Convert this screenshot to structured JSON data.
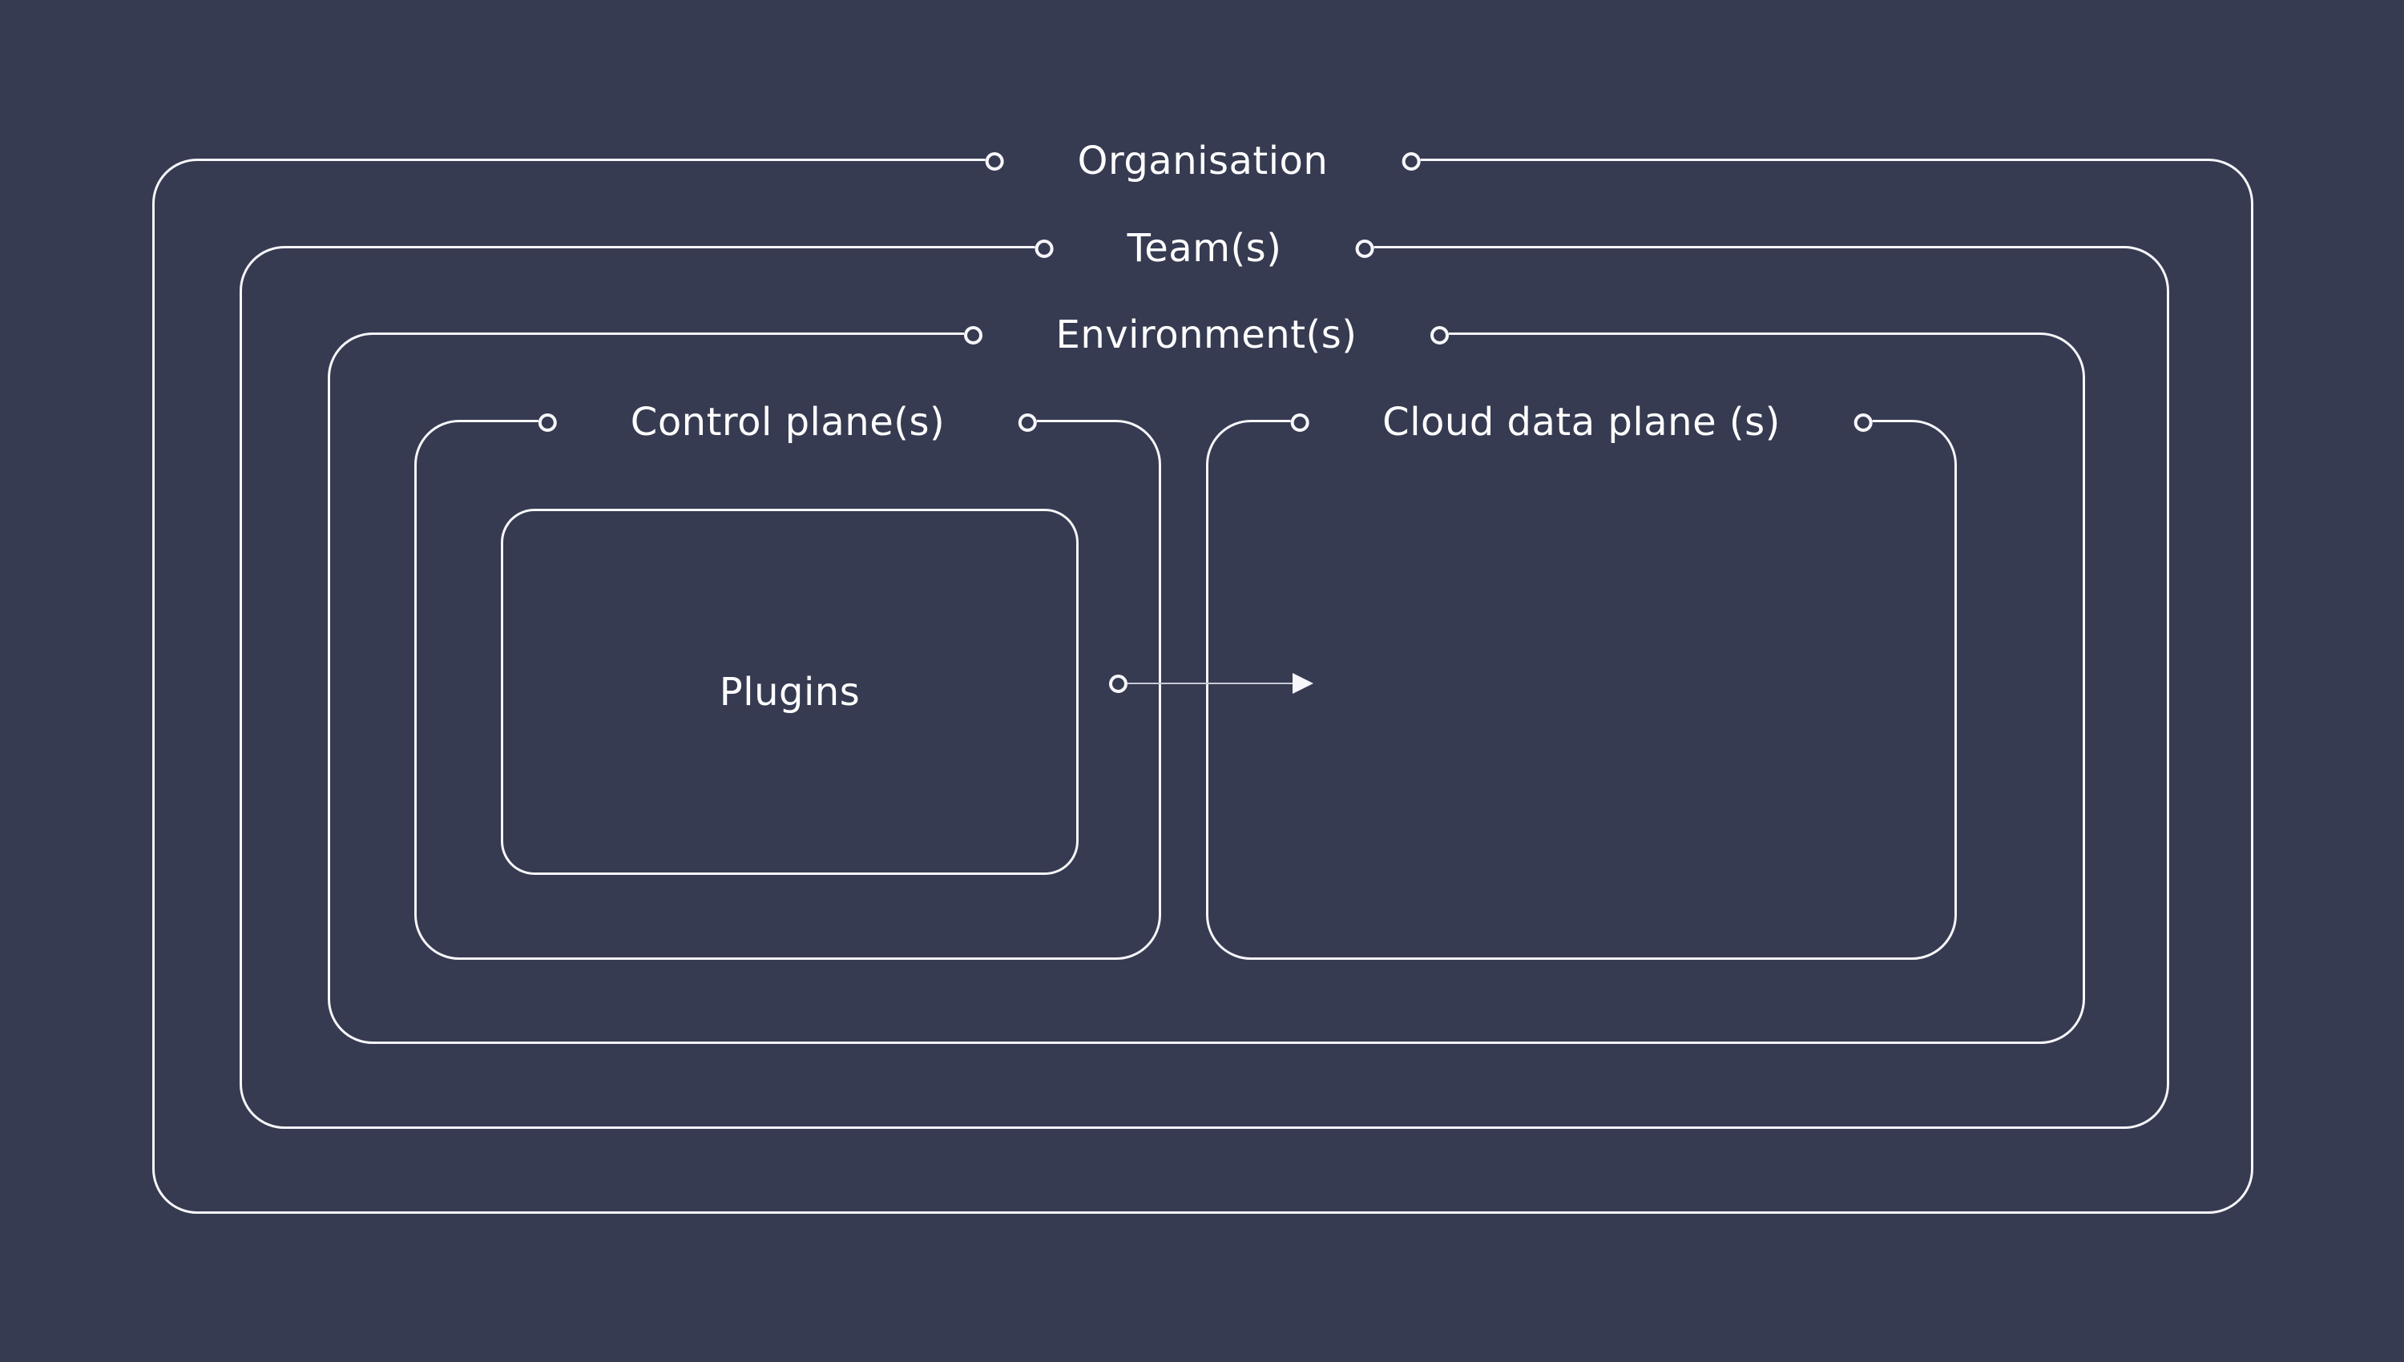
{
  "colors": {
    "background": "#363b52",
    "line": "#f7f6fa",
    "text": "#ffffff",
    "arrow_line": "#c8c9d4"
  },
  "boxes": {
    "organisation": {
      "label": "Organisation"
    },
    "teams": {
      "label": "Team(s)"
    },
    "environments": {
      "label": "Environment(s)"
    },
    "control_plane": {
      "label": "Control plane(s)"
    },
    "cloud_data_plane": {
      "label": "Cloud data plane (s)"
    },
    "plugins": {
      "label": "Plugins"
    }
  }
}
